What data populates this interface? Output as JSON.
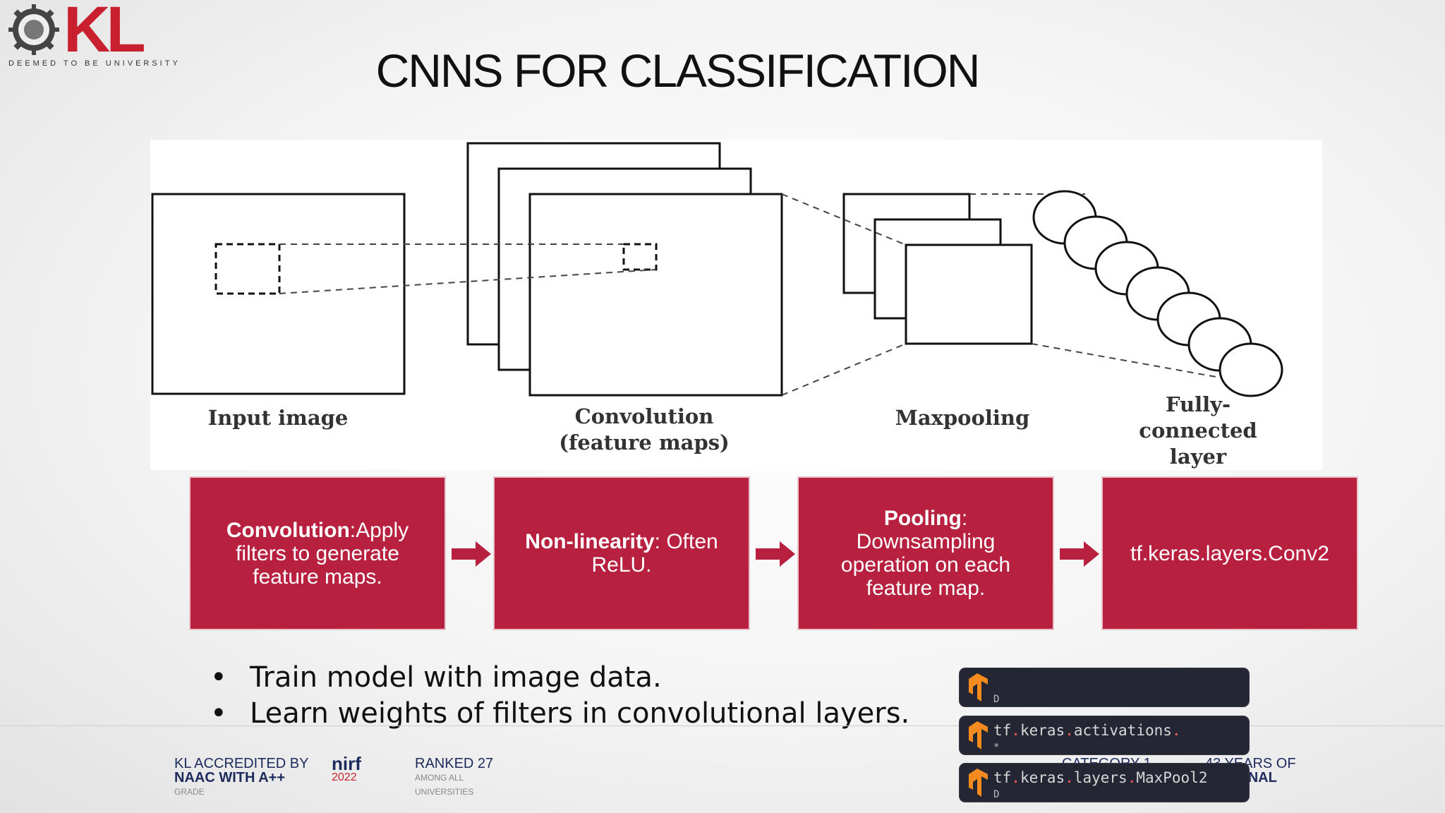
{
  "header": {
    "logo_text": "KL",
    "logo_subtext": "DEEMED TO BE UNIVERSITY",
    "title": "CNNS FOR CLASSIFICATION"
  },
  "diagram": {
    "labels": {
      "input": "Input image",
      "conv_line1": "Convolution",
      "conv_line2": "(feature maps)",
      "pool": "Maxpooling",
      "fc_line1": "Fully-",
      "fc_line2": "connected",
      "fc_line3": "layer"
    }
  },
  "steps": [
    {
      "bold": "Convolution",
      "text": ":Apply filters to generate feature maps."
    },
    {
      "bold": "Non-linearity",
      "text": ": Often ReLU."
    },
    {
      "bold": "Pooling",
      "text": ": Downsampling operation on each feature map."
    },
    {
      "bold": "",
      "text": "tf.keras.layers.Conv2"
    }
  ],
  "bullets": [
    "Train model with image data.",
    "Learn weights of filters in convolutional layers."
  ],
  "footer": {
    "accredited": "KL ACCREDITED BY",
    "naac": "NAAC WITH A++",
    "grade": "GRADE",
    "nirf": "nirf",
    "nirf_year": "2022",
    "ranked": "RANKED 27",
    "among": "AMONG ALL",
    "universities": "UNIVERSITIES",
    "category": "CATEGORY 1",
    "years": "43 YEARS OF",
    "national": "NATIONAL"
  },
  "code_boxes": [
    {
      "parts": [],
      "tail": "D"
    },
    {
      "parts": [
        "tf",
        ".",
        "keras",
        ".",
        "activations",
        "."
      ],
      "tail": "*"
    },
    {
      "parts": [
        "tf",
        ".",
        "keras",
        ".",
        "layers",
        ".",
        "MaxPool2"
      ],
      "tail": "D"
    }
  ],
  "colors": {
    "brand_red": "#b82040",
    "logo_red": "#c8202e",
    "code_bg": "#252633",
    "tf_orange": "#f58a1f"
  }
}
